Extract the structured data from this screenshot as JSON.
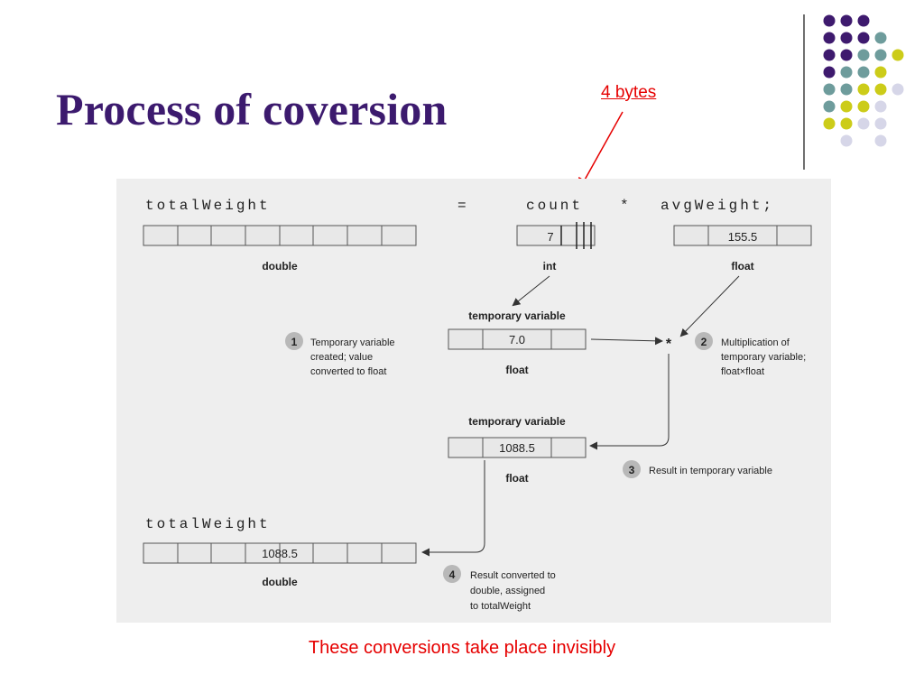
{
  "slide": {
    "title": "Process of coversion",
    "bytes_note": "4 bytes",
    "footer": "These conversions take place invisibly"
  },
  "diagram": {
    "statement": {
      "target": "totalWeight",
      "equals": "=",
      "operand1": "count",
      "operator": "*",
      "operand2": "avgWeight;"
    },
    "count_value": "7",
    "avg_value": "155.5",
    "type_double_top": "double",
    "type_int": "int",
    "type_float_top": "float",
    "temp_var_label_1": "temporary variable",
    "temp_value_1": "7.0",
    "type_float_temp1": "float",
    "temp_var_label_2": "temporary variable",
    "temp_value_2": "1088.5",
    "type_float_temp2": "float",
    "times_sign": "*",
    "result_target": "totalWeight",
    "result_value": "1088.5",
    "type_double_bottom": "double",
    "steps": [
      {
        "num": "1",
        "lines": [
          "Temporary variable",
          "created; value",
          "converted to float"
        ]
      },
      {
        "num": "2",
        "lines": [
          "Multiplication of",
          "temporary variable;",
          "float×float"
        ]
      },
      {
        "num": "3",
        "lines": [
          "Result in temporary variable"
        ]
      },
      {
        "num": "4",
        "lines": [
          "Result converted to",
          "double, assigned",
          "to totalWeight"
        ]
      }
    ]
  },
  "colors": {
    "title": "#3c1a6e",
    "annotation_red": "#e60000",
    "diagram_bg": "#eeeeee",
    "dot_purple": "#3e1a6e",
    "dot_teal": "#6e9c9c",
    "dot_yellow": "#cccc19",
    "dot_lavender": "#d6d6e8"
  }
}
